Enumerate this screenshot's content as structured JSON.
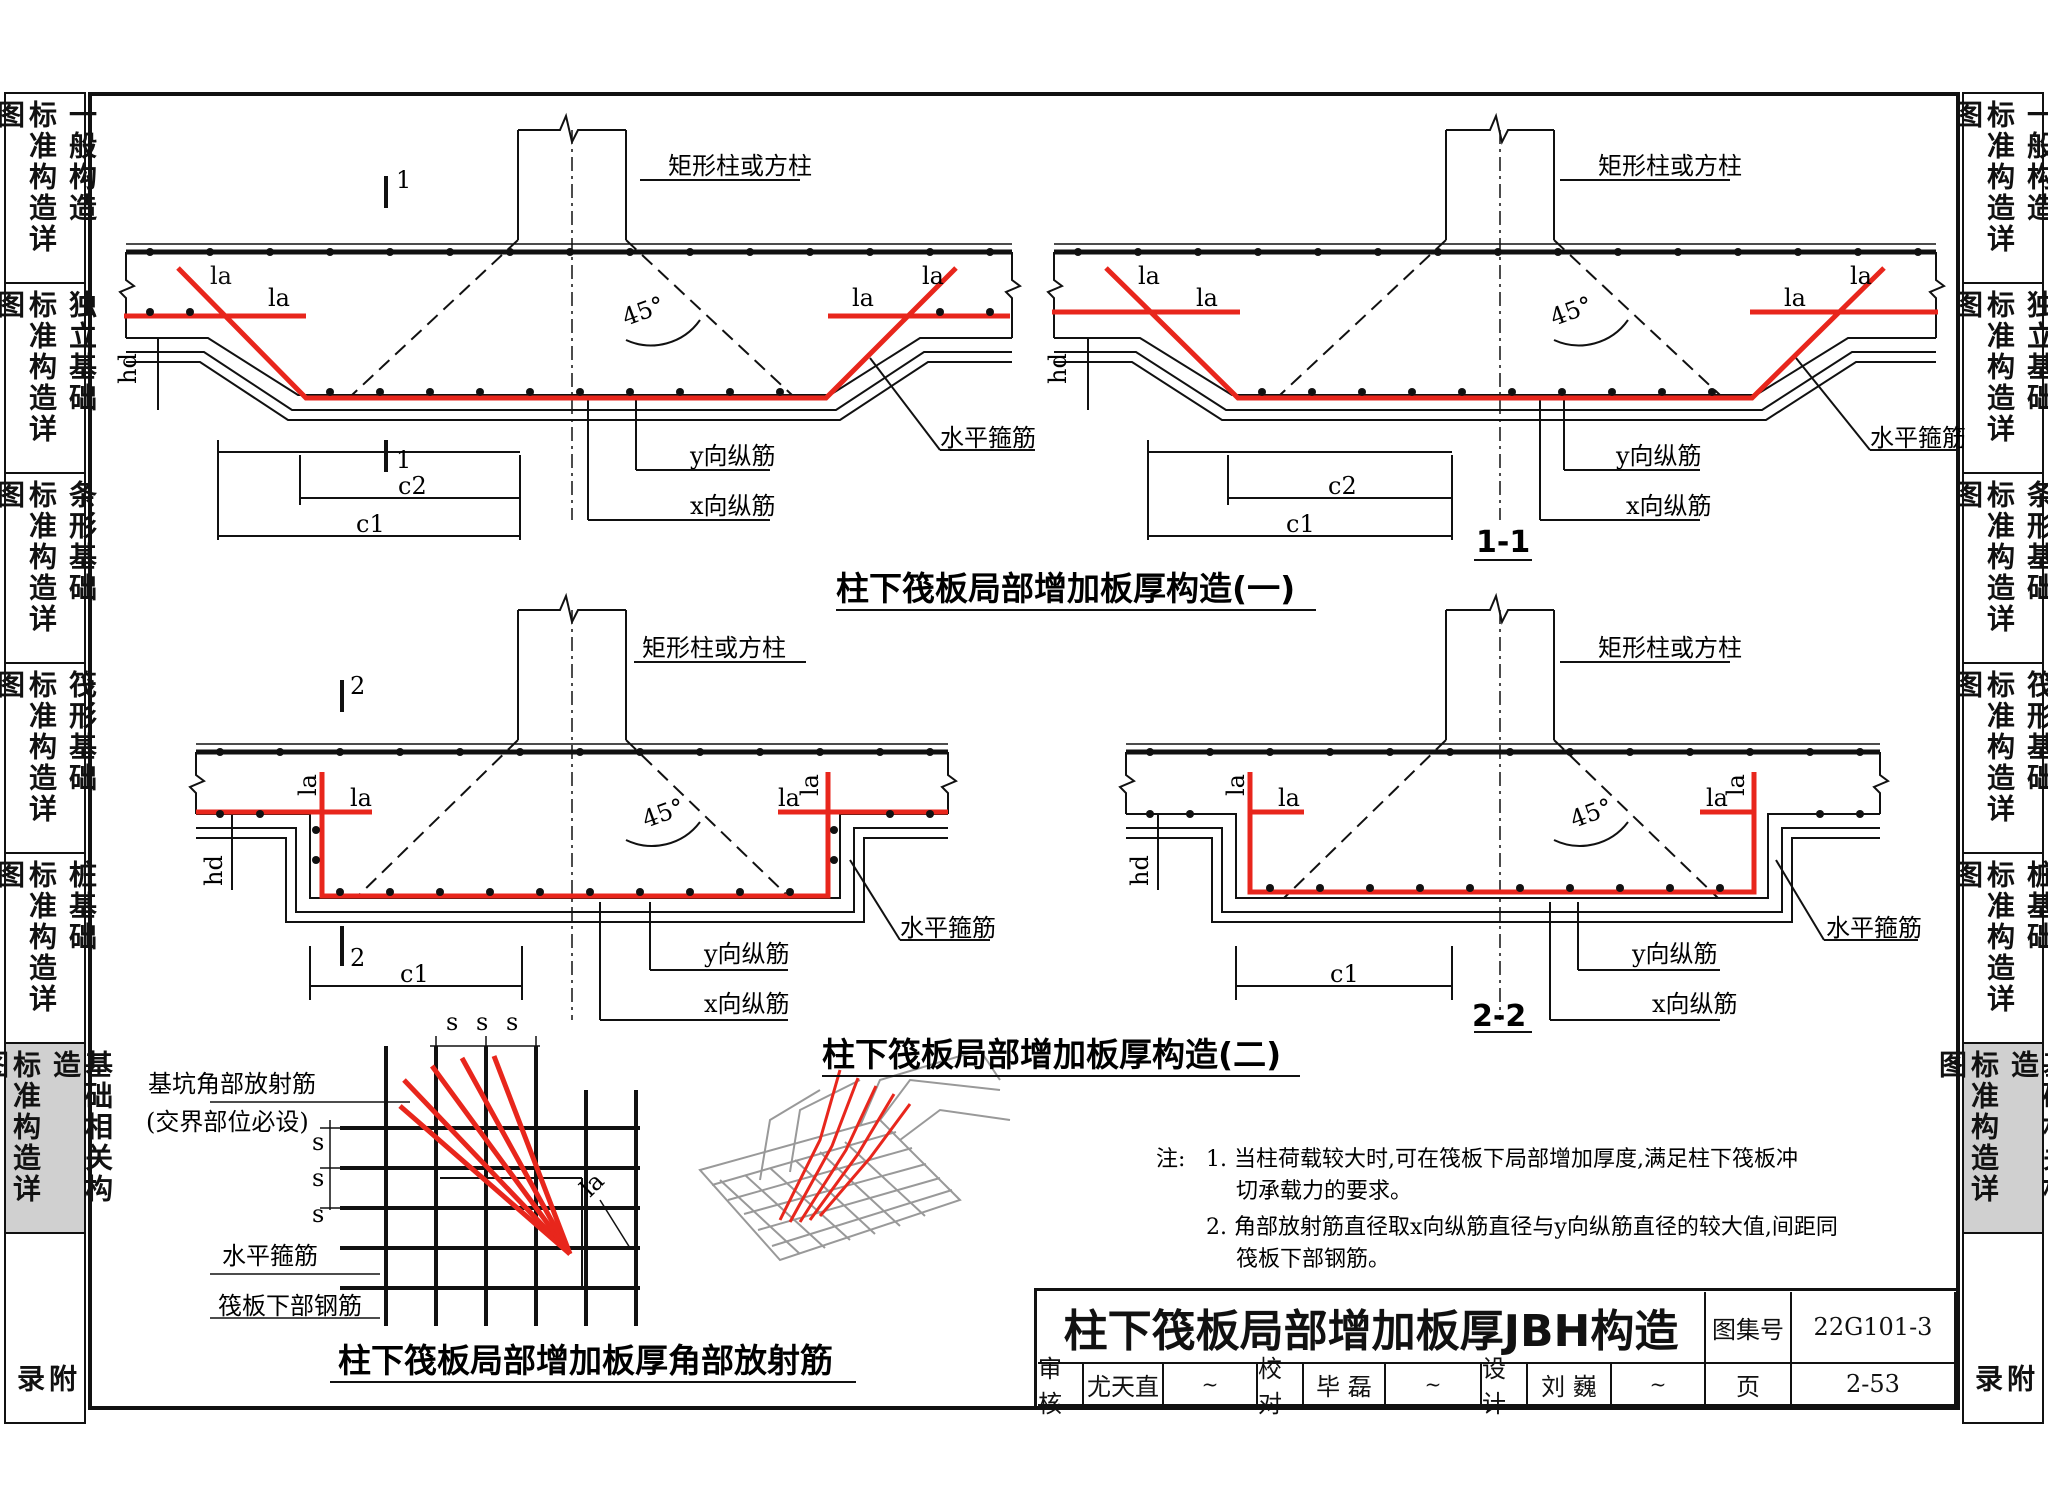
{
  "left_tabs": [
    {
      "col1": "标准构造详图",
      "col2": "一般构造",
      "active": false
    },
    {
      "col1": "标准构造详图",
      "col2": "独立基础",
      "active": false
    },
    {
      "col1": "标准构造详图",
      "col2": "条形基础",
      "active": false
    },
    {
      "col1": "标准构造详图",
      "col2": "筏形基础",
      "active": false
    },
    {
      "col1": "标准构造详图",
      "col2": "桩基础",
      "active": false
    },
    {
      "col1": "标准构造详图",
      "col2": "基础相关构造",
      "active": true
    },
    {
      "col1": "附录",
      "col2": "",
      "active": false
    }
  ],
  "labels": {
    "column": "矩形柱或方柱",
    "angle": "45°",
    "la": "la",
    "hd": "hd",
    "stirrup": "水平箍筋",
    "y_bar": "y向纵筋",
    "x_bar": "x向纵筋",
    "c1": "c1",
    "c2": "c2",
    "cut1": "1",
    "cut2": "2",
    "section1": "1-1",
    "section2": "2-2",
    "spacing": "s"
  },
  "captions": {
    "fig1": "柱下筏板局部增加板厚构造(一)",
    "fig2": "柱下筏板局部增加板厚构造(二)",
    "fig3": "柱下筏板局部增加板厚角部放射筋"
  },
  "corner": {
    "radial": "基坑角部放射筋",
    "radial_note": "(交界部位必设)",
    "stirrup": "水平箍筋",
    "bottom": "筏板下部钢筋"
  },
  "notes": {
    "head": "注:",
    "n1a": "1. 当柱荷载较大时,可在筏板下局部增加厚度,满足柱下筏板冲",
    "n1b": "切承载力的要求。",
    "n2a": "2. 角部放射筋直径取x向纵筋直径与y向纵筋直径的较大值,间距同",
    "n2b": "筏板下部钢筋。"
  },
  "title_block": {
    "title": "柱下筏板局部增加板厚JBH构造",
    "atlas_label": "图集号",
    "atlas_no": "22G101-3",
    "review_label": "审核",
    "reviewer": "尤天直",
    "check_label": "校对",
    "checker": "毕 磊",
    "design_label": "设计",
    "designer": "刘 巍",
    "page_label": "页",
    "page_no": "2-53"
  },
  "colors": {
    "rebar": "#e8261c",
    "line": "#111111",
    "tab_active": "#d0d0d0"
  }
}
